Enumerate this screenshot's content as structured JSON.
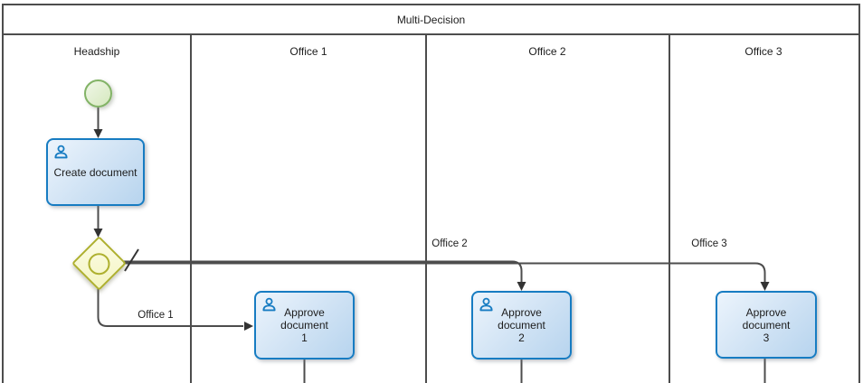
{
  "pool": {
    "title": "Multi-Decision"
  },
  "lanes": [
    {
      "label": "Headship"
    },
    {
      "label": "Office 1"
    },
    {
      "label": "Office 2"
    },
    {
      "label": "Office 3"
    }
  ],
  "nodes": {
    "start_event": {
      "type": "start-event"
    },
    "create_document": {
      "label": "Create document",
      "icon": "user-icon"
    },
    "gateway": {
      "type": "inclusive-gateway",
      "marker": "default-flow-slash"
    },
    "approve_document_1": {
      "label": "Approve document",
      "number": "1",
      "icon": "user-icon"
    },
    "approve_document_2": {
      "label": "Approve document",
      "number": "2",
      "icon": "user-icon"
    },
    "approve_document_3": {
      "label": "Approve document",
      "number": "3"
    }
  },
  "flows": {
    "office_1": {
      "label": "Office 1"
    },
    "office_2": {
      "label": "Office 2"
    },
    "office_3": {
      "label": "Office 3"
    }
  },
  "colors": {
    "task_border": "#177cc2",
    "task_fill_light": "#ecf4fc",
    "task_fill_dark": "#b7d4ee",
    "event_border": "#82b366",
    "event_fill": "#d5e8bd",
    "gateway_border": "#aeb02e",
    "gateway_fill": "#f4f5c2",
    "line": "#4d4d4d",
    "text": "#1c1c1c"
  }
}
